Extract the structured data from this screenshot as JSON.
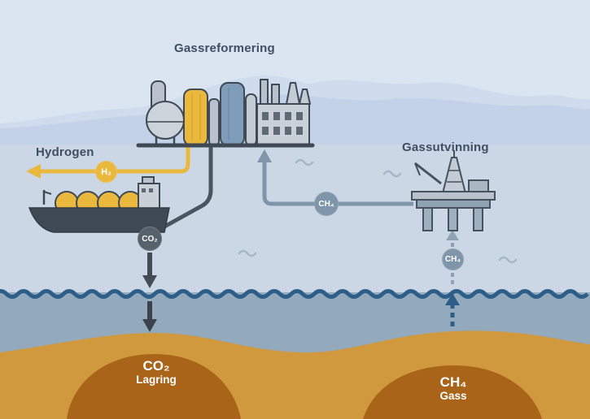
{
  "labels": {
    "reforming": "Gassreformering",
    "hydrogen": "Hydrogen",
    "extraction": "Gassutvinning"
  },
  "badges": {
    "h2": "H₂",
    "co2": "CO₂",
    "ch4_mid": "CH₄",
    "ch4_right": "CH₄"
  },
  "storage": {
    "co2": {
      "title": "CO₂",
      "subtitle": "Lagring"
    },
    "ch4": {
      "title": "CH₄",
      "subtitle": "Gass"
    }
  },
  "colors": {
    "sky": "#dbe5f2",
    "mountains_far": "#cfdcee",
    "mountains_near": "#c3d2e8",
    "sea_upper": "#cbd7e5",
    "sea_lower": "#93a9bc",
    "waterline": "#2d5e88",
    "seabed": "#d0993d",
    "reservoir": "#a96419",
    "hydrogen_yellow": "#e9b83d",
    "co2_dark": "#4a5560",
    "ch4_bluegray": "#7e95aa",
    "label_text": "#3f4f63"
  }
}
